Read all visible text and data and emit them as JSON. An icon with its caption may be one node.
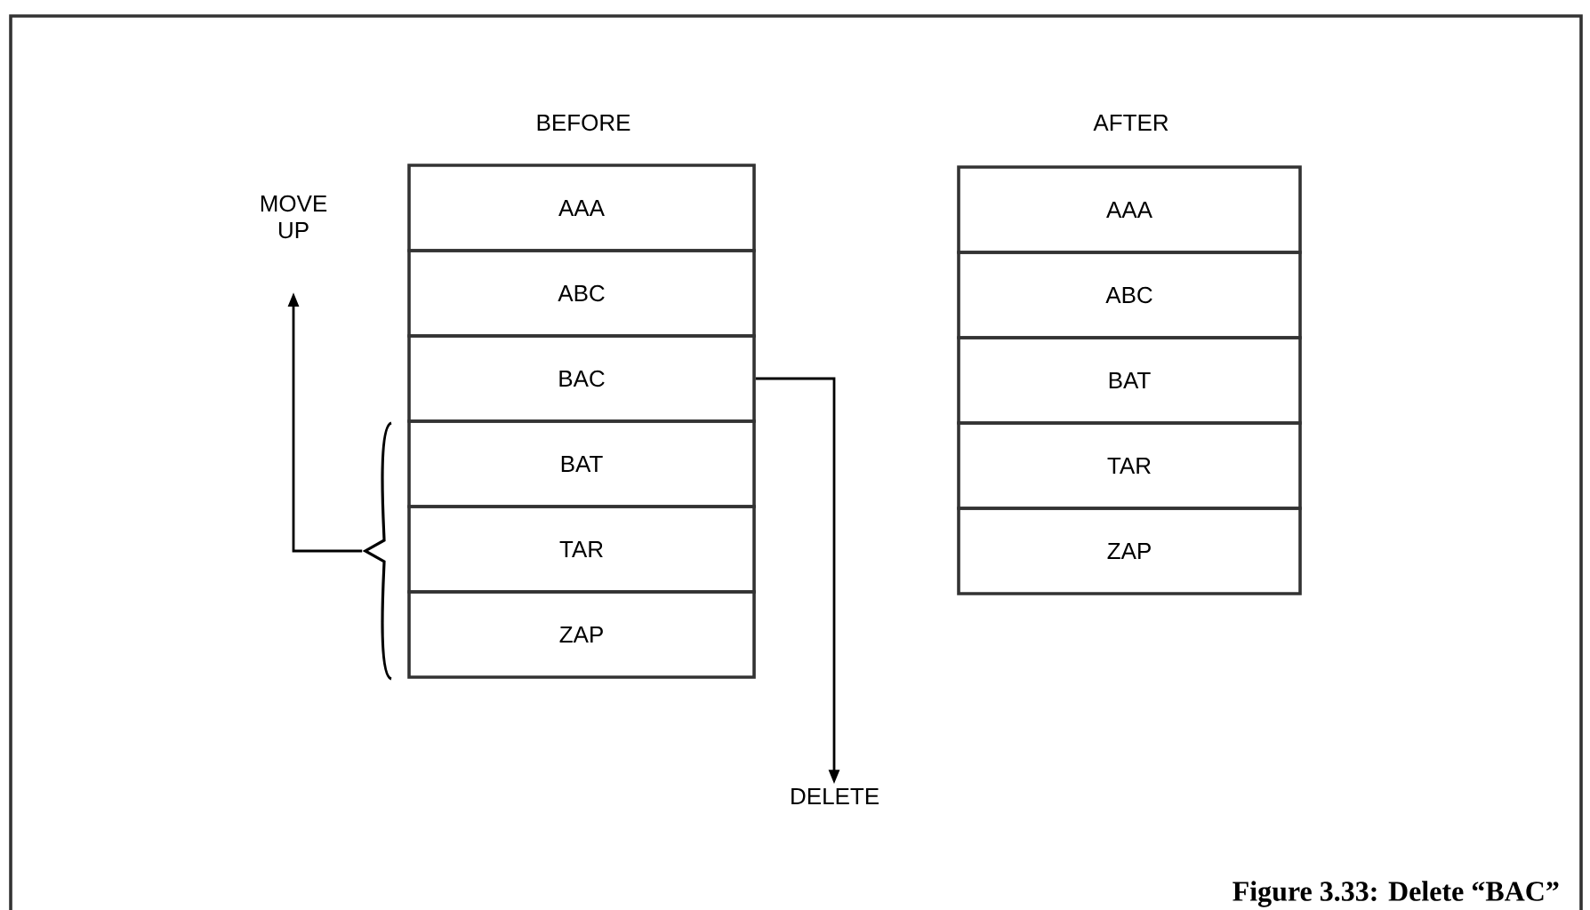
{
  "diagram": {
    "caption": "Figure 3.33: Delete “BAC”",
    "nodes": [
      {
        "text": [
          "AAA"
        ]
      },
      {
        "text": [
          "ABC"
        ]
      },
      {
        "text": [
          "BAC"
        ]
      },
      {
        "text": [
          "BAT"
        ]
      },
      {
        "text": [
          "TAR"
        ]
      },
      {
        "text": [
          "ZAP"
        ]
      },
      {
        "text": [
          "AAA"
        ]
      },
      {
        "text": [
          "ABC"
        ]
      },
      {
        "text": [
          "BAT"
        ]
      },
      {
        "text": [
          "TAR"
        ]
      },
      {
        "text": [
          "ZAP"
        ]
      },
      {
        "text": [
          "DELETE"
        ]
      },
      {
        "text": [
          "MOVE UP"
        ]
      },
      {
        "text": [],
        "shape": "brace"
      }
    ],
    "edges": [
      {
        "from": 2,
        "to": 11,
        "arrow": "to"
      },
      {
        "from": 13,
        "to": 12,
        "arrow": "to"
      }
    ],
    "labels": [
      "BEFORE",
      "AFTER"
    ]
  }
}
